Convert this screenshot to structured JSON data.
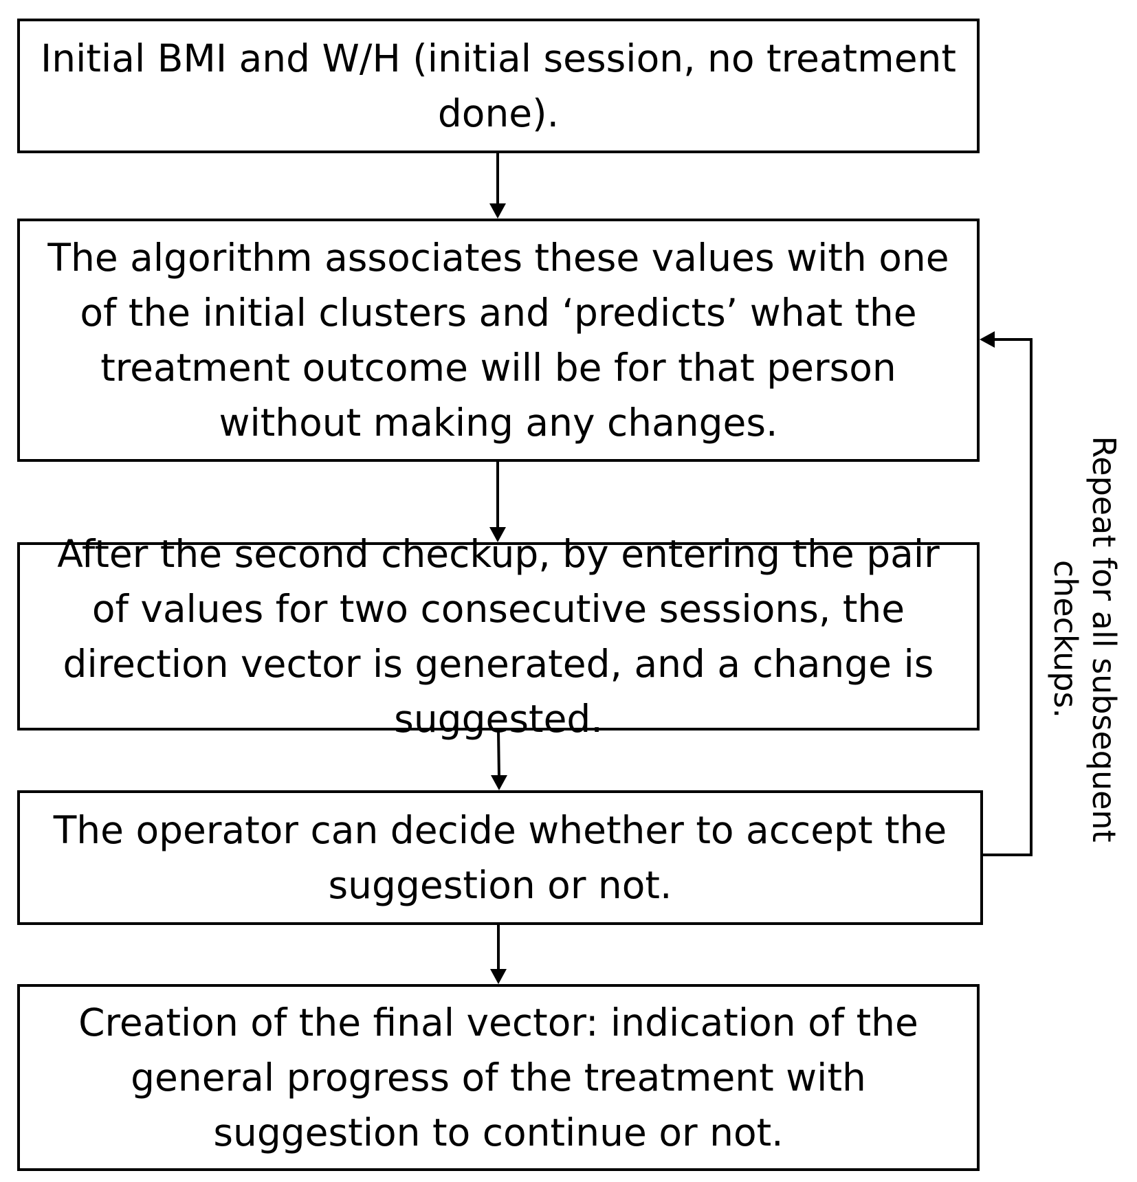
{
  "steps": [
    {
      "text": "Initial BMI and W/H (initial session, no treatment done)."
    },
    {
      "text": "The algorithm associates these values with one of the initial clusters and ‘predicts’ what the treatment outcome will be for that person without making any changes."
    },
    {
      "text": "After the second checkup, by entering the pair of values for two consecutive sessions, the direction vector is generated, and a change is suggested."
    },
    {
      "text": "The operator can decide whether to accept the suggestion or not."
    },
    {
      "text": "Creation of the final vector: indication of the general progress of the treatment with suggestion to continue or not."
    }
  ],
  "loop": {
    "label": "Repeat for all subsequent checkups."
  }
}
